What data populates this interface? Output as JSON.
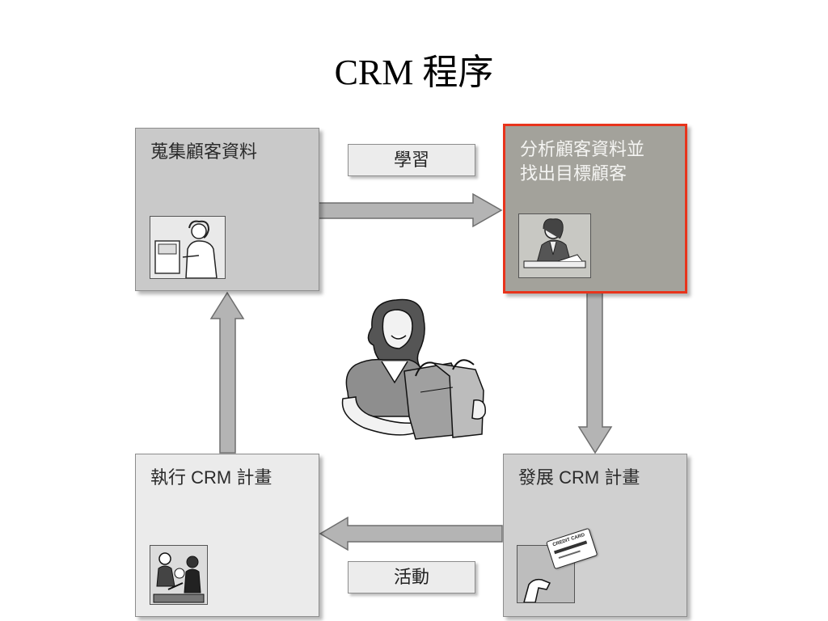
{
  "slide": {
    "title": "CRM 程序"
  },
  "boxes": {
    "collect": {
      "label": "蒐集顧客資料",
      "image_icon": "customer-service-rep-icon"
    },
    "analyze": {
      "label": "分析顧客資料並\n找出目標顧客",
      "image_icon": "analyst-at-desk-icon",
      "highlight_color": "#e8341c"
    },
    "develop": {
      "label": "發展 CRM 計畫",
      "image_icon": "credit-card-icon",
      "card_text": "CREDIT CARD"
    },
    "execute": {
      "label": "執行 CRM 計畫",
      "image_icon": "people-working-icon"
    }
  },
  "connectors": {
    "learn": "學習",
    "activity": "活動"
  },
  "center": {
    "icon": "shopper-with-bags-icon"
  },
  "colors": {
    "box_gray": "#c9c9c9",
    "arrow_gray": "#b4b4b4",
    "highlight": "#e8341c"
  }
}
